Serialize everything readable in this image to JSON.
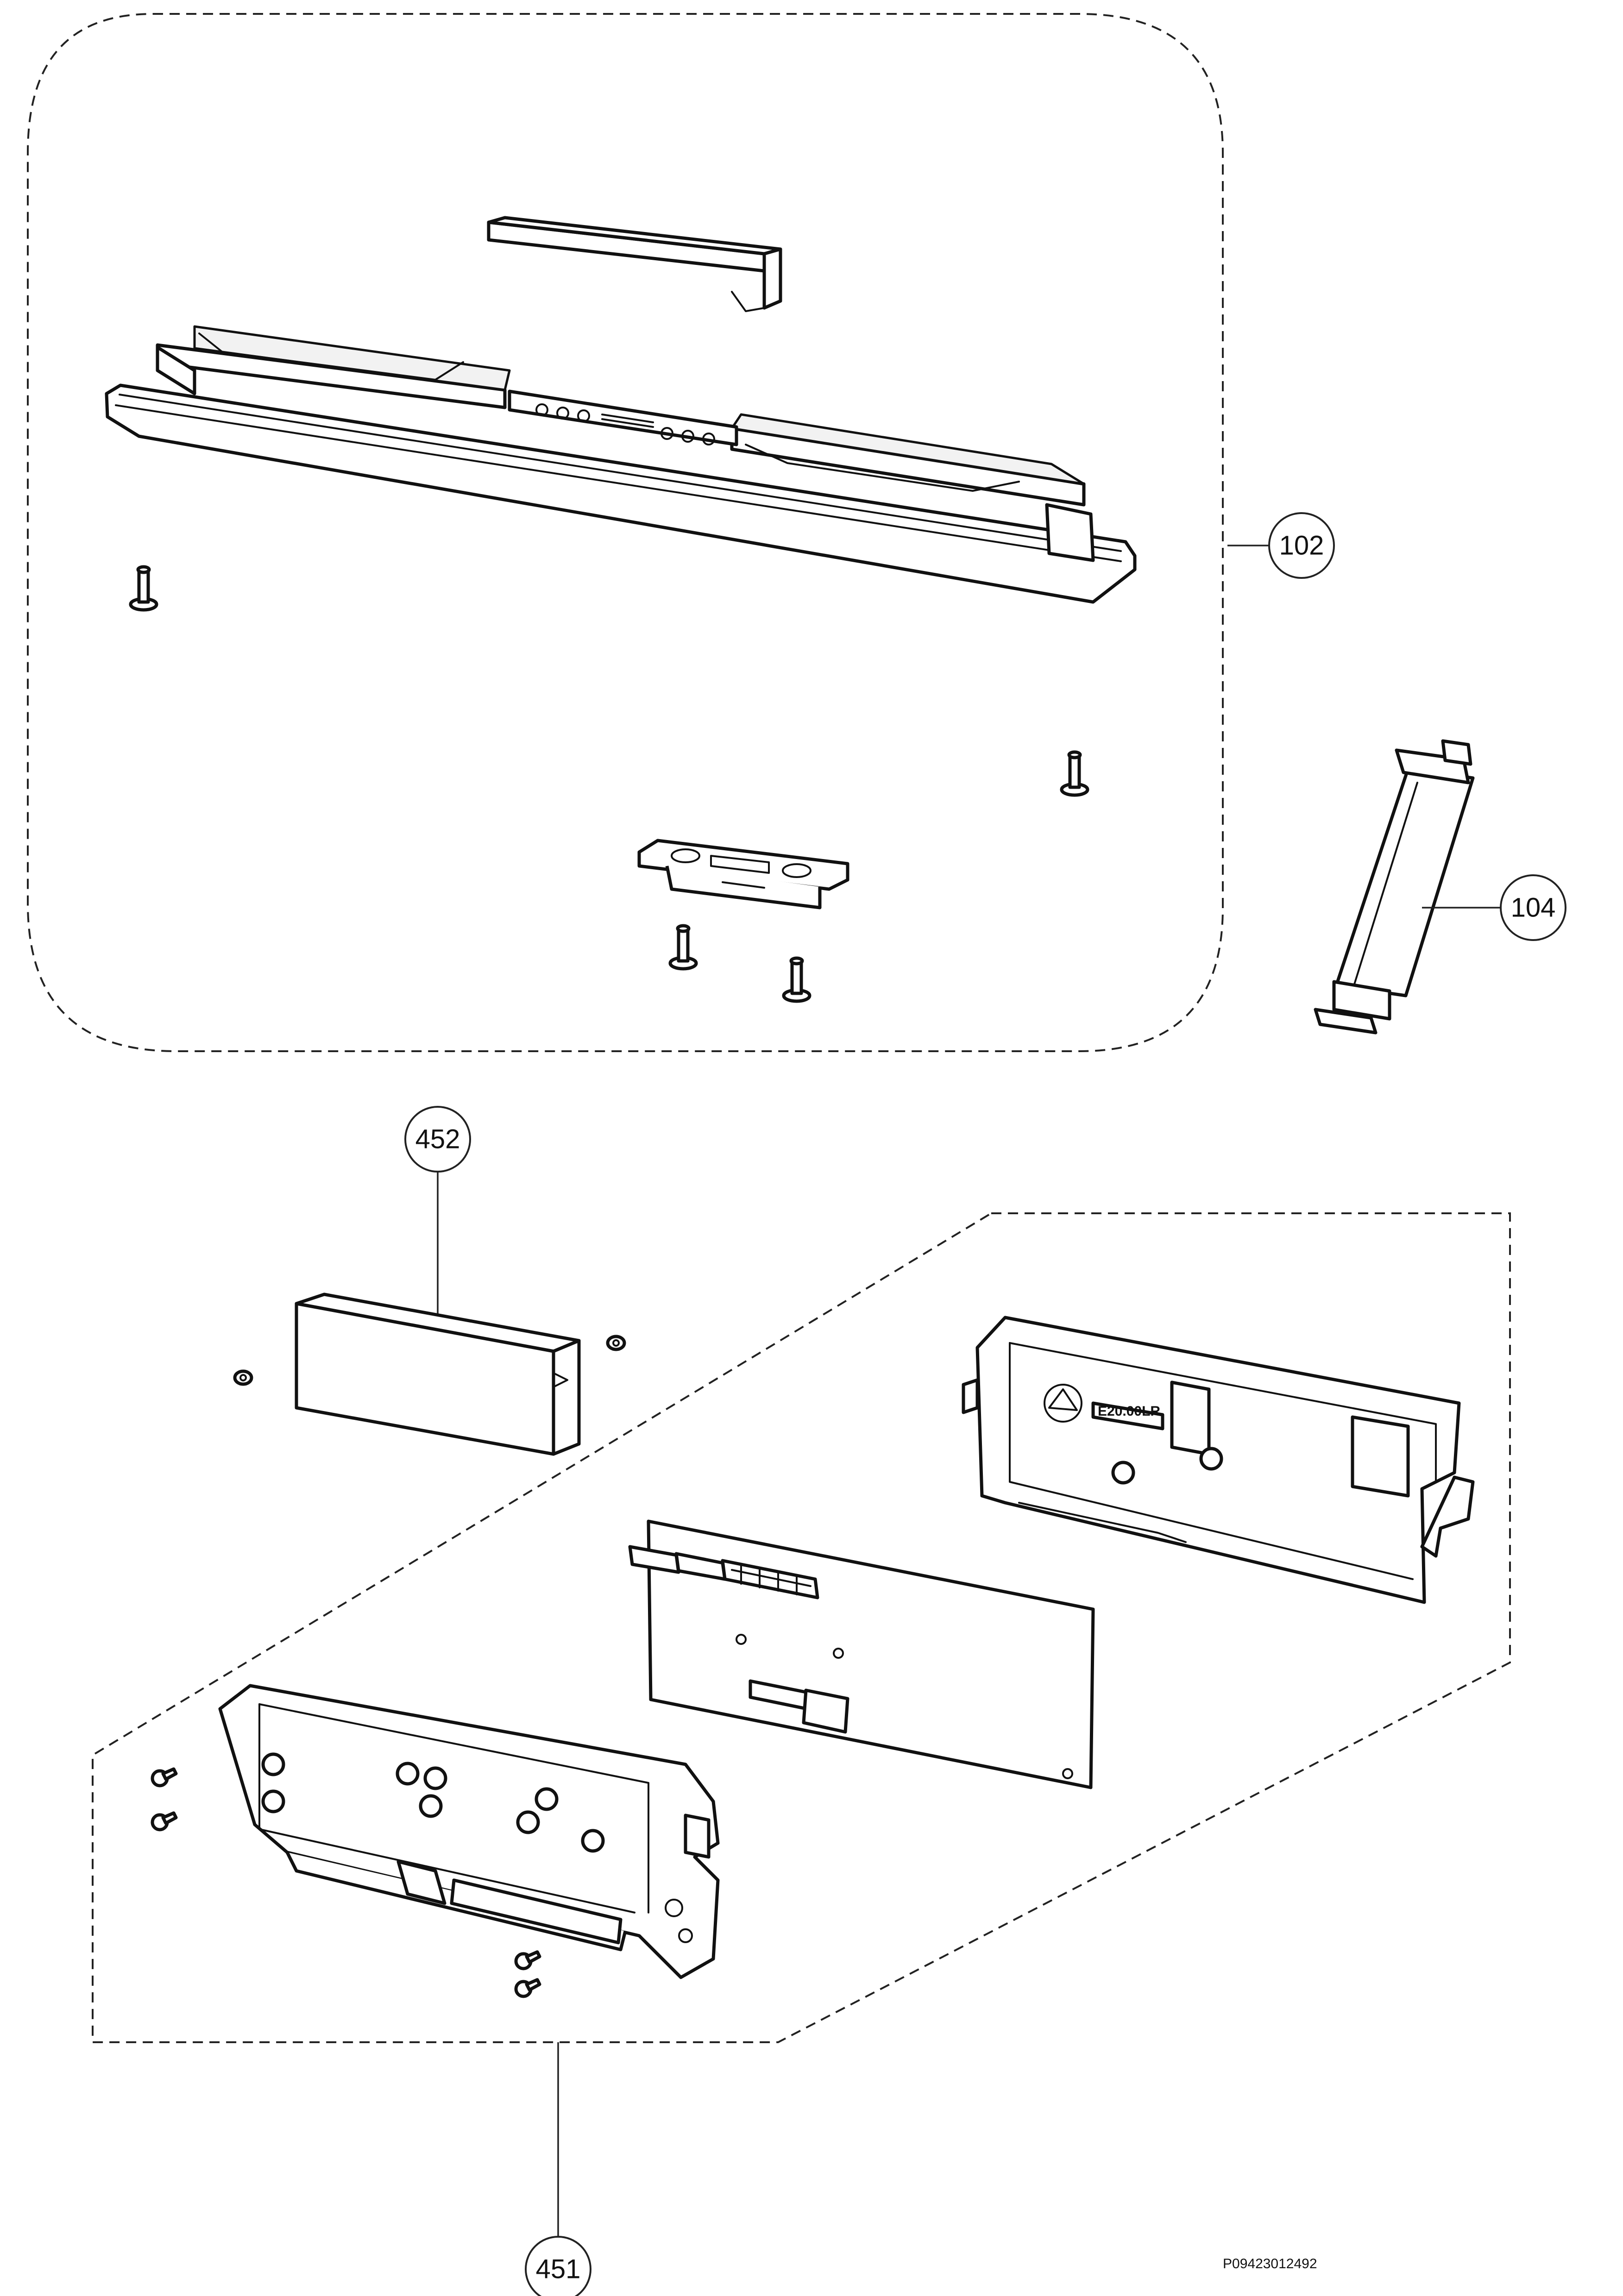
{
  "diagram": {
    "callouts": [
      {
        "id": "c102",
        "label": "102"
      },
      {
        "id": "c104",
        "label": "104"
      },
      {
        "id": "c452",
        "label": "452"
      },
      {
        "id": "c451",
        "label": "451"
      }
    ],
    "drawing_number": "P09423012492",
    "housing_marking": "E20.00LR"
  }
}
